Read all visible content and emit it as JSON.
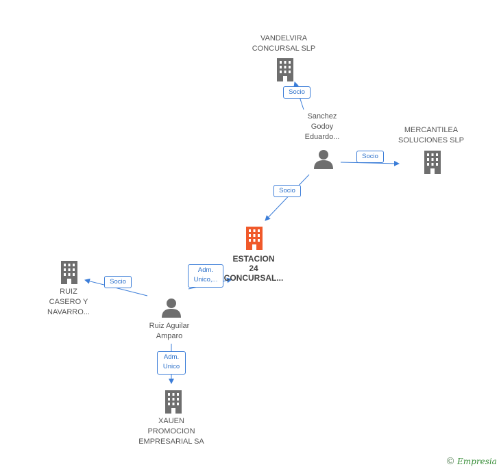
{
  "colors": {
    "edge": "#3b7dd8",
    "node_gray": "#6e6e6e",
    "node_center": "#f0592a"
  },
  "nodes": {
    "vandelvira": {
      "label": "VANDELVIRA\nCONCURSAL  SLP",
      "icon": "building-icon"
    },
    "sanchez": {
      "label": "Sanchez\nGodoy\nEduardo...",
      "icon": "person-icon"
    },
    "mercantilea": {
      "label": "MERCANTILEA\nSOLUCIONES SLP",
      "icon": "building-icon"
    },
    "estacion": {
      "label": "ESTACION\n24\nCONCURSAL...",
      "icon": "building-icon"
    },
    "ruiz_casero": {
      "label": "RUIZ\nCASERO Y\nNAVARRO...",
      "icon": "building-icon"
    },
    "ruiz_aguilar": {
      "label": "Ruiz Aguilar\nAmparo",
      "icon": "person-icon"
    },
    "xauen": {
      "label": "XAUEN\nPROMOCION\nEMPRESARIAL SA",
      "icon": "building-icon"
    }
  },
  "edges": {
    "e1": "Socio",
    "e2": "Socio",
    "e3": "Socio",
    "e4": "Adm.\nUnico,...",
    "e5": "Socio",
    "e6": "Adm.\nUnico"
  },
  "credit": {
    "symbol": "©",
    "brand": "Empresia"
  }
}
